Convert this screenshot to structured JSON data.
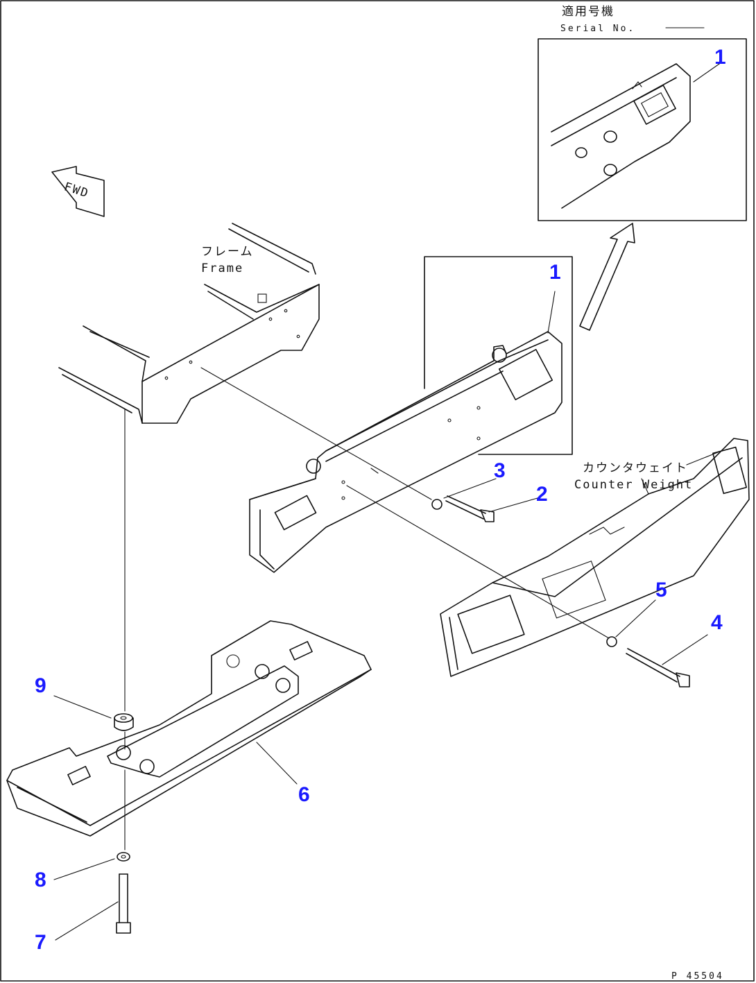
{
  "labels": {
    "serial_jp": "適用号機",
    "serial_en": "Serial No.",
    "frame_jp": "フレーム",
    "frame_en": "Frame",
    "counterweight_jp": "カウンタウェイト",
    "counterweight_en": "Counter Weight",
    "fwd": "FWD",
    "drawing_no": "P_45504"
  },
  "callouts": [
    "1",
    "1",
    "2",
    "3",
    "4",
    "5",
    "6",
    "7",
    "8",
    "9"
  ],
  "colors": {
    "callout": "#1a1aff",
    "line": "#111111",
    "background": "#ffffff"
  }
}
